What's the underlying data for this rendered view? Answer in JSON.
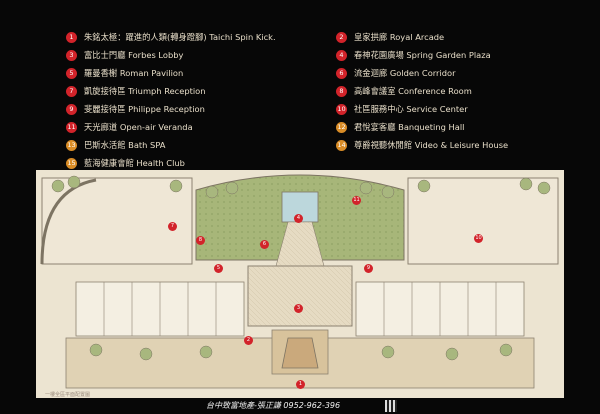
{
  "legend": {
    "left": [
      {
        "num": "1",
        "text": "朱銘太極：躍進的人類(轉身蹬腳) Taichi Spin Kick.",
        "color": "red"
      },
      {
        "num": "3",
        "text": "富比士門廳 Forbes Lobby",
        "color": "red"
      },
      {
        "num": "5",
        "text": "羅曼香榭 Roman Pavilion",
        "color": "red"
      },
      {
        "num": "7",
        "text": "凱旋接待區 Triumph Reception",
        "color": "red"
      },
      {
        "num": "9",
        "text": "斐麗接待區 Philippe Reception",
        "color": "red"
      },
      {
        "num": "11",
        "text": "天光廊道 Open-air Veranda",
        "color": "red"
      },
      {
        "num": "13",
        "text": "巴斯水活館 Bath SPA",
        "color": "orange"
      },
      {
        "num": "15",
        "text": "藍海健康會館 Health Club",
        "color": "orange"
      }
    ],
    "right": [
      {
        "num": "2",
        "text": "皇家拱廊 Royal Arcade",
        "color": "red"
      },
      {
        "num": "4",
        "text": "春神花園廣場 Spring Garden Plaza",
        "color": "red"
      },
      {
        "num": "6",
        "text": "流金迴廊 Golden Corridor",
        "color": "red"
      },
      {
        "num": "8",
        "text": "高峰會議室 Conference Room",
        "color": "red"
      },
      {
        "num": "10",
        "text": "社區服務中心 Service Center",
        "color": "red"
      },
      {
        "num": "12",
        "text": "君悅宴客廳 Banqueting Hall",
        "color": "orange"
      },
      {
        "num": "14",
        "text": "尊爵視聽休閒館 Video & Leisure House",
        "color": "orange"
      }
    ]
  },
  "plan": {
    "caption": "一樓全區平面配置圖",
    "badges": [
      "1",
      "2",
      "3",
      "4",
      "5",
      "6",
      "7",
      "8",
      "9",
      "10",
      "11"
    ]
  },
  "contact": {
    "text": "台中致富地產-張正謙 0952-962-396"
  }
}
